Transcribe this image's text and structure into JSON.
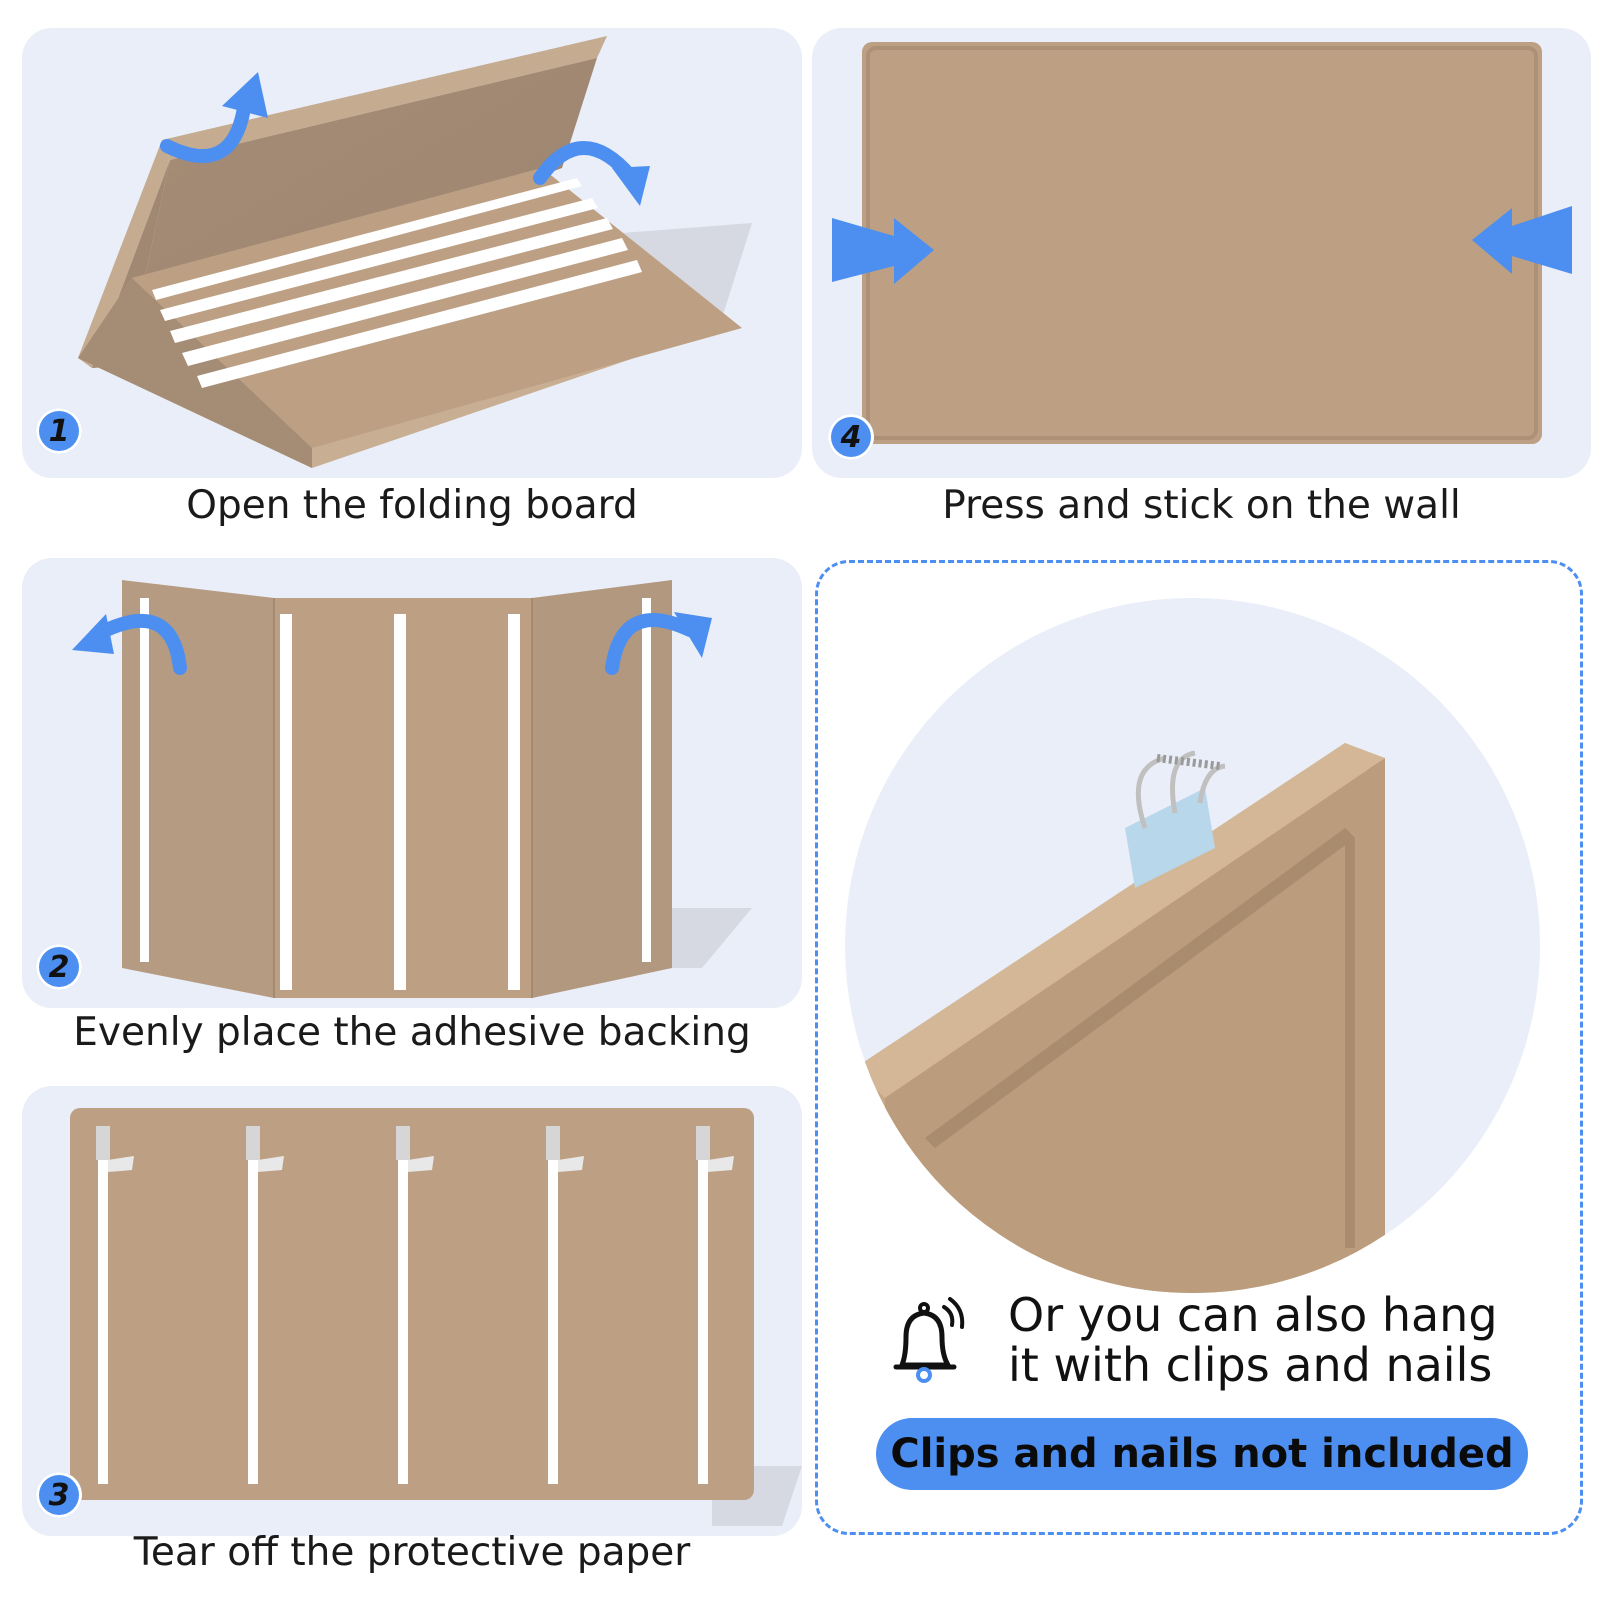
{
  "steps": [
    {
      "number": "1",
      "caption": "Open the folding board"
    },
    {
      "number": "4",
      "caption": "Press and stick on the wall"
    },
    {
      "number": "2",
      "caption": "Evenly place the adhesive backing"
    },
    {
      "number": "3",
      "caption": "Tear off the protective paper"
    }
  ],
  "note": {
    "line1": "Or you can also hang",
    "line2": "it with clips and nails",
    "banner": "Clips and nails not included"
  },
  "colors": {
    "accent": "#4d8ff0",
    "board": "#bda084",
    "panel_bg": "#e9eef8"
  },
  "icons": [
    "bell-icon",
    "curved-arrow-icon",
    "push-arrow-icon",
    "binder-clip-icon"
  ]
}
